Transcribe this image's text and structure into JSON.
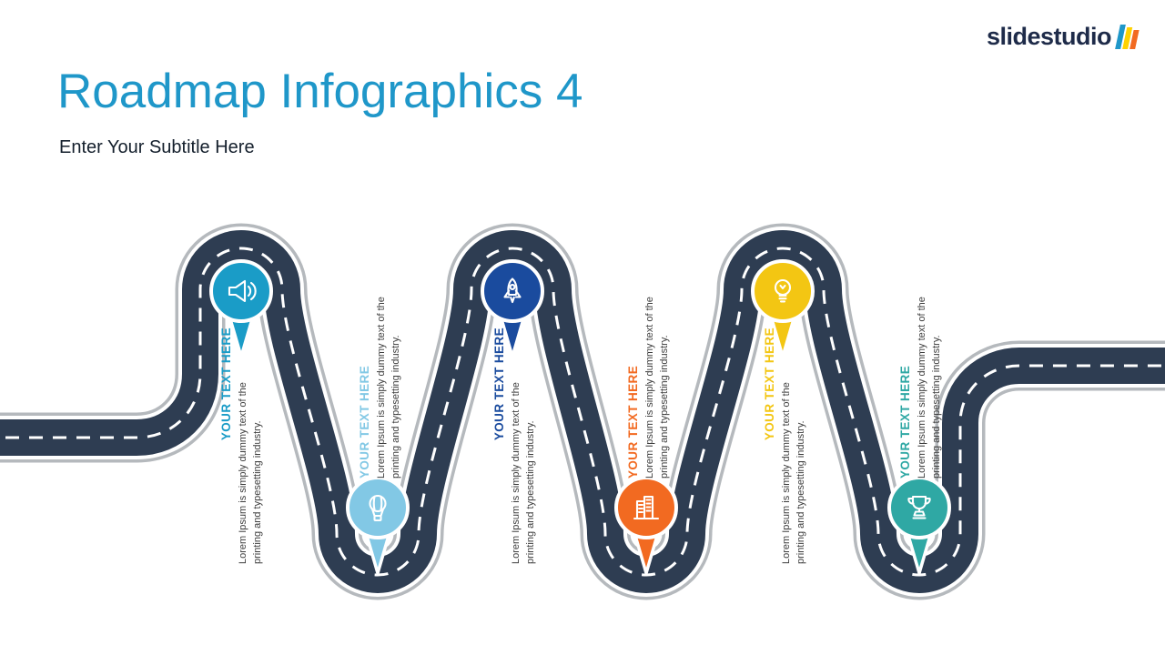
{
  "slide": {
    "title": "Roadmap Infographics 4",
    "subtitle": "Enter Your Subtitle Here",
    "accent_color": "#1f97c9",
    "background_color": "#ffffff"
  },
  "logo": {
    "text": "slidestudio",
    "text_color": "#1e2b49",
    "mark_colors": [
      "#1f97c9",
      "#ffd200",
      "#f26a21"
    ]
  },
  "road": {
    "asphalt_color": "#2e3d52",
    "edge_color": "#b5b9bd",
    "casing_color": "#ffffff",
    "dash_color": "#ffffff"
  },
  "milestones": [
    {
      "heading": "YOUR TEXT HERE",
      "body": "Lorem Ipsum is simply dummy text of the printing and typesetting industry.",
      "color": "#1a9cc7",
      "icon": "megaphone-icon",
      "position": "top"
    },
    {
      "heading": "YOUR TEXT HERE",
      "body": "Lorem Ipsum is simply dummy text of the printing and typesetting industry.",
      "color": "#82c8e5",
      "icon": "hot-air-balloon-icon",
      "position": "bottom"
    },
    {
      "heading": "YOUR TEXT HERE",
      "body": "Lorem Ipsum is simply dummy text of the printing and typesetting industry.",
      "color": "#1a4b9e",
      "icon": "rocket-icon",
      "position": "top"
    },
    {
      "heading": "YOUR TEXT HERE",
      "body": "Lorem Ipsum is simply dummy text of the printing and typesetting industry.",
      "color": "#f26a21",
      "icon": "buildings-icon",
      "position": "bottom"
    },
    {
      "heading": "YOUR TEXT HERE",
      "body": "Lorem Ipsum is simply dummy text of the printing and typesetting industry.",
      "color": "#f3c613",
      "icon": "lightbulb-icon",
      "position": "top"
    },
    {
      "heading": "YOUR TEXT HERE",
      "body": "Lorem Ipsum is simply dummy text of the printing and typesetting industry.",
      "color": "#2fa8a4",
      "icon": "trophy-icon",
      "position": "bottom"
    }
  ]
}
